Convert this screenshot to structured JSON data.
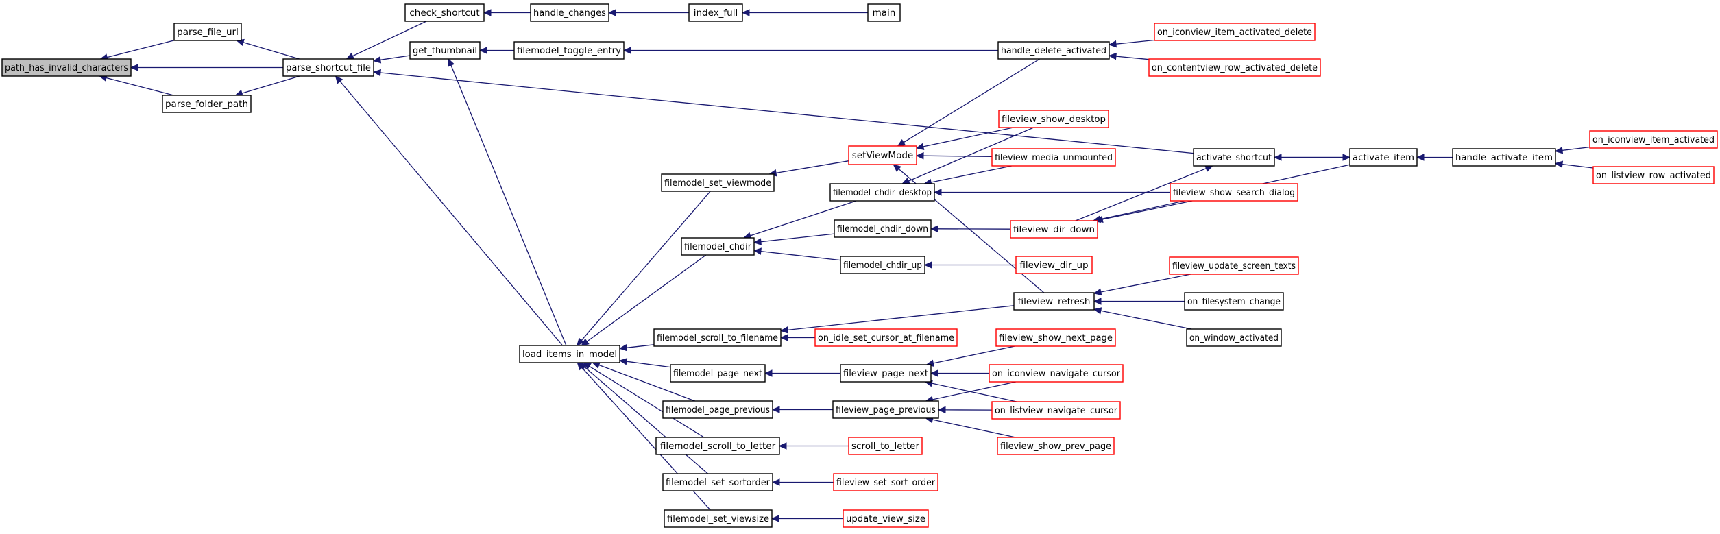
{
  "style": {
    "edge_color": "#191970",
    "node_border": "#000000",
    "undocumented_border": "#ff0000",
    "focus_fill": "#bfbfbf",
    "node_fill": "#ffffff"
  },
  "nodes": [
    {
      "id": "path_has_invalid_characters",
      "label": "path_has_invalid_characters",
      "kind": "focus"
    },
    {
      "id": "parse_file_url",
      "label": "parse_file_url",
      "kind": "normal"
    },
    {
      "id": "parse_folder_path",
      "label": "parse_folder_path",
      "kind": "normal"
    },
    {
      "id": "parse_shortcut_file",
      "label": "parse_shortcut_file",
      "kind": "normal"
    },
    {
      "id": "check_shortcut",
      "label": "check_shortcut",
      "kind": "normal"
    },
    {
      "id": "get_thumbnail",
      "label": "get_thumbnail",
      "kind": "normal"
    },
    {
      "id": "handle_changes",
      "label": "handle_changes",
      "kind": "normal"
    },
    {
      "id": "index_full",
      "label": "index_full",
      "kind": "normal"
    },
    {
      "id": "main",
      "label": "main",
      "kind": "normal"
    },
    {
      "id": "filemodel_toggle_entry",
      "label": "filemodel_toggle_entry",
      "kind": "normal"
    },
    {
      "id": "handle_delete_activated",
      "label": "handle_delete_activated",
      "kind": "normal"
    },
    {
      "id": "on_iconview_item_activated_delete",
      "label": "on_iconview_item_activated_delete",
      "kind": "red"
    },
    {
      "id": "on_contentview_row_activated_delete",
      "label": "on_contentview_row_activated_delete",
      "kind": "red"
    },
    {
      "id": "setViewMode",
      "label": "setViewMode",
      "kind": "red"
    },
    {
      "id": "fileview_show_desktop",
      "label": "fileview_show_desktop",
      "kind": "red"
    },
    {
      "id": "fileview_media_unmounted",
      "label": "fileview_media_unmounted",
      "kind": "red"
    },
    {
      "id": "filemodel_set_viewmode",
      "label": "filemodel_set_viewmode",
      "kind": "normal"
    },
    {
      "id": "filemodel_chdir_desktop",
      "label": "filemodel_chdir_desktop",
      "kind": "normal"
    },
    {
      "id": "activate_shortcut",
      "label": "activate_shortcut",
      "kind": "normal"
    },
    {
      "id": "activate_item",
      "label": "activate_item",
      "kind": "normal"
    },
    {
      "id": "handle_activate_item",
      "label": "handle_activate_item",
      "kind": "normal"
    },
    {
      "id": "on_iconview_item_activated",
      "label": "on_iconview_item_activated",
      "kind": "red"
    },
    {
      "id": "on_listview_row_activated",
      "label": "on_listview_row_activated",
      "kind": "red"
    },
    {
      "id": "fileview_show_search_dialog",
      "label": "fileview_show_search_dialog",
      "kind": "red"
    },
    {
      "id": "filemodel_chdir",
      "label": "filemodel_chdir",
      "kind": "normal"
    },
    {
      "id": "filemodel_chdir_down",
      "label": "filemodel_chdir_down",
      "kind": "normal"
    },
    {
      "id": "fileview_dir_down",
      "label": "fileview_dir_down",
      "kind": "red"
    },
    {
      "id": "filemodel_chdir_up",
      "label": "filemodel_chdir_up",
      "kind": "normal"
    },
    {
      "id": "fileview_dir_up",
      "label": "fileview_dir_up",
      "kind": "red"
    },
    {
      "id": "fileview_update_screen_texts",
      "label": "fileview_update_screen_texts",
      "kind": "red"
    },
    {
      "id": "fileview_refresh",
      "label": "fileview_refresh",
      "kind": "normal"
    },
    {
      "id": "on_filesystem_change",
      "label": "on_filesystem_change",
      "kind": "normal"
    },
    {
      "id": "filemodel_scroll_to_filename",
      "label": "filemodel_scroll_to_filename",
      "kind": "normal"
    },
    {
      "id": "on_idle_set_cursor_at_filename",
      "label": "on_idle_set_cursor_at_filename",
      "kind": "red"
    },
    {
      "id": "on_window_activated",
      "label": "on_window_activated",
      "kind": "normal"
    },
    {
      "id": "load_items_in_model",
      "label": "load_items_in_model",
      "kind": "normal"
    },
    {
      "id": "fileview_show_next_page",
      "label": "fileview_show_next_page",
      "kind": "red"
    },
    {
      "id": "filemodel_page_next",
      "label": "filemodel_page_next",
      "kind": "normal"
    },
    {
      "id": "fileview_page_next",
      "label": "fileview_page_next",
      "kind": "normal"
    },
    {
      "id": "on_iconview_navigate_cursor",
      "label": "on_iconview_navigate_cursor",
      "kind": "red"
    },
    {
      "id": "filemodel_page_previous",
      "label": "filemodel_page_previous",
      "kind": "normal"
    },
    {
      "id": "fileview_page_previous",
      "label": "fileview_page_previous",
      "kind": "normal"
    },
    {
      "id": "on_listview_navigate_cursor",
      "label": "on_listview_navigate_cursor",
      "kind": "red"
    },
    {
      "id": "fileview_show_prev_page",
      "label": "fileview_show_prev_page",
      "kind": "red"
    },
    {
      "id": "filemodel_scroll_to_letter",
      "label": "filemodel_scroll_to_letter",
      "kind": "normal"
    },
    {
      "id": "scroll_to_letter",
      "label": "scroll_to_letter",
      "kind": "red"
    },
    {
      "id": "filemodel_set_sortorder",
      "label": "filemodel_set_sortorder",
      "kind": "normal"
    },
    {
      "id": "fileview_set_sort_order",
      "label": "fileview_set_sort_order",
      "kind": "red"
    },
    {
      "id": "filemodel_set_viewsize",
      "label": "filemodel_set_viewsize",
      "kind": "normal"
    },
    {
      "id": "update_view_size",
      "label": "update_view_size",
      "kind": "red"
    }
  ],
  "edges": [
    {
      "from": "parse_file_url",
      "to": "path_has_invalid_characters"
    },
    {
      "from": "parse_shortcut_file",
      "to": "path_has_invalid_characters"
    },
    {
      "from": "parse_folder_path",
      "to": "path_has_invalid_characters"
    },
    {
      "from": "parse_shortcut_file",
      "to": "parse_file_url"
    },
    {
      "from": "parse_shortcut_file",
      "to": "parse_folder_path"
    },
    {
      "from": "check_shortcut",
      "to": "parse_shortcut_file"
    },
    {
      "from": "get_thumbnail",
      "to": "parse_shortcut_file"
    },
    {
      "from": "activate_shortcut",
      "to": "parse_shortcut_file"
    },
    {
      "from": "load_items_in_model",
      "to": "parse_shortcut_file"
    },
    {
      "from": "handle_changes",
      "to": "check_shortcut"
    },
    {
      "from": "index_full",
      "to": "handle_changes"
    },
    {
      "from": "main",
      "to": "index_full"
    },
    {
      "from": "filemodel_toggle_entry",
      "to": "get_thumbnail"
    },
    {
      "from": "load_items_in_model",
      "to": "get_thumbnail"
    },
    {
      "from": "handle_delete_activated",
      "to": "filemodel_toggle_entry"
    },
    {
      "from": "on_iconview_item_activated_delete",
      "to": "handle_delete_activated"
    },
    {
      "from": "on_contentview_row_activated_delete",
      "to": "handle_delete_activated"
    },
    {
      "from": "handle_delete_activated",
      "to": "setViewMode"
    },
    {
      "from": "fileview_show_desktop",
      "to": "setViewMode"
    },
    {
      "from": "fileview_media_unmounted",
      "to": "setViewMode"
    },
    {
      "from": "fileview_refresh",
      "to": "setViewMode"
    },
    {
      "from": "setViewMode",
      "to": "filemodel_set_viewmode"
    },
    {
      "from": "fileview_show_desktop",
      "to": "filemodel_chdir_desktop"
    },
    {
      "from": "fileview_media_unmounted",
      "to": "filemodel_chdir_desktop"
    },
    {
      "from": "fileview_show_search_dialog",
      "to": "filemodel_chdir_desktop"
    },
    {
      "from": "activate_item",
      "to": "activate_shortcut"
    },
    {
      "from": "activate_shortcut",
      "to": "activate_item"
    },
    {
      "from": "handle_activate_item",
      "to": "activate_item"
    },
    {
      "from": "on_iconview_item_activated",
      "to": "handle_activate_item"
    },
    {
      "from": "on_listview_row_activated",
      "to": "handle_activate_item"
    },
    {
      "from": "filemodel_chdir_desktop",
      "to": "filemodel_chdir"
    },
    {
      "from": "filemodel_chdir_down",
      "to": "filemodel_chdir"
    },
    {
      "from": "filemodel_chdir_up",
      "to": "filemodel_chdir"
    },
    {
      "from": "fileview_dir_down",
      "to": "filemodel_chdir_down"
    },
    {
      "from": "fileview_dir_down",
      "to": "activate_shortcut"
    },
    {
      "from": "fileview_show_search_dialog",
      "to": "fileview_dir_down"
    },
    {
      "from": "activate_item",
      "to": "fileview_dir_down"
    },
    {
      "from": "fileview_dir_up",
      "to": "filemodel_chdir_up"
    },
    {
      "from": "fileview_update_screen_texts",
      "to": "fileview_refresh"
    },
    {
      "from": "on_filesystem_change",
      "to": "fileview_refresh"
    },
    {
      "from": "on_window_activated",
      "to": "fileview_refresh"
    },
    {
      "from": "fileview_refresh",
      "to": "filemodel_scroll_to_filename"
    },
    {
      "from": "on_idle_set_cursor_at_filename",
      "to": "filemodel_scroll_to_filename"
    },
    {
      "from": "filemodel_set_viewmode",
      "to": "load_items_in_model"
    },
    {
      "from": "filemodel_chdir",
      "to": "load_items_in_model"
    },
    {
      "from": "filemodel_scroll_to_filename",
      "to": "load_items_in_model"
    },
    {
      "from": "filemodel_page_next",
      "to": "load_items_in_model"
    },
    {
      "from": "filemodel_page_previous",
      "to": "load_items_in_model"
    },
    {
      "from": "filemodel_scroll_to_letter",
      "to": "load_items_in_model"
    },
    {
      "from": "filemodel_set_sortorder",
      "to": "load_items_in_model"
    },
    {
      "from": "filemodel_set_viewsize",
      "to": "load_items_in_model"
    },
    {
      "from": "fileview_page_next",
      "to": "filemodel_page_next"
    },
    {
      "from": "fileview_show_next_page",
      "to": "fileview_page_next"
    },
    {
      "from": "on_iconview_navigate_cursor",
      "to": "fileview_page_next"
    },
    {
      "from": "on_listview_navigate_cursor",
      "to": "fileview_page_next"
    },
    {
      "from": "fileview_page_previous",
      "to": "filemodel_page_previous"
    },
    {
      "from": "on_iconview_navigate_cursor",
      "to": "fileview_page_previous"
    },
    {
      "from": "on_listview_navigate_cursor",
      "to": "fileview_page_previous"
    },
    {
      "from": "fileview_show_prev_page",
      "to": "fileview_page_previous"
    },
    {
      "from": "scroll_to_letter",
      "to": "filemodel_scroll_to_letter"
    },
    {
      "from": "fileview_set_sort_order",
      "to": "filemodel_set_sortorder"
    },
    {
      "from": "update_view_size",
      "to": "filemodel_set_viewsize"
    }
  ]
}
